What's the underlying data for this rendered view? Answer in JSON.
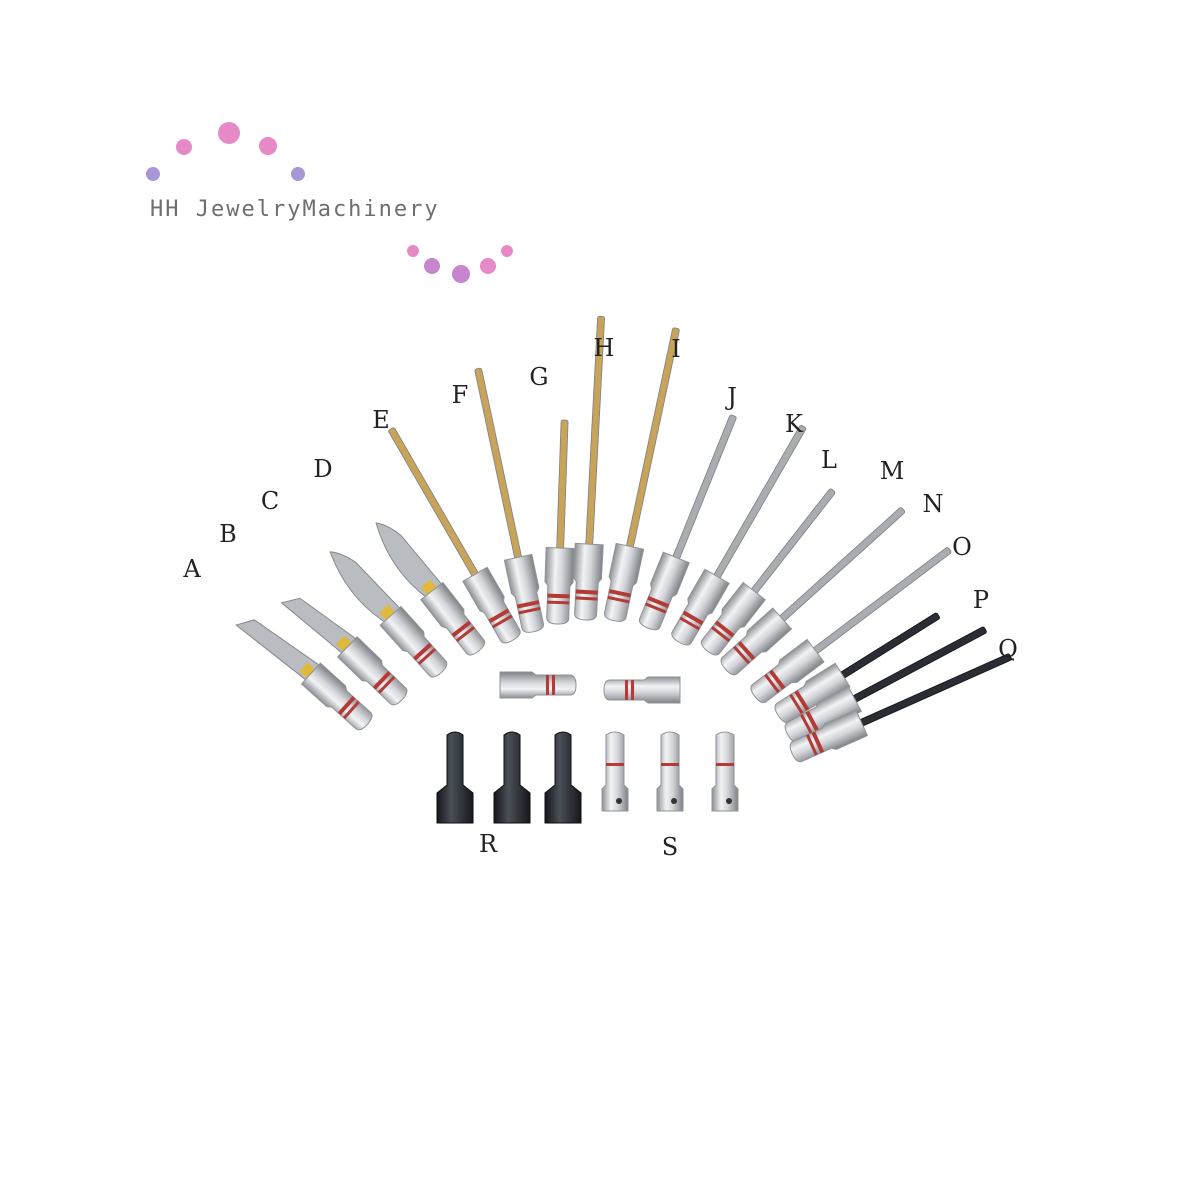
{
  "brand": {
    "name": "HH JewelryMachinery",
    "dot_colors": {
      "pink": "#e58ac6",
      "violet": "#a896d6",
      "mixed": "#c785cf"
    }
  },
  "tools": {
    "labels": [
      "A",
      "B",
      "C",
      "D",
      "E",
      "F",
      "G",
      "H",
      "I",
      "J",
      "K",
      "L",
      "M",
      "N",
      "O",
      "P",
      "Q"
    ],
    "blade_types": [
      "blade",
      "blade",
      "curved-blade",
      "curved-blade",
      "gold-pin",
      "gold-pin",
      "gold-pin",
      "gold-pin",
      "gold-pin",
      "steel-pin",
      "steel-pin",
      "steel-pin",
      "steel-pin",
      "steel-pin",
      "black-rod",
      "black-rod",
      "black-rod"
    ]
  },
  "holders": {
    "label_black": "R",
    "label_steel": "S"
  },
  "colors": {
    "steel": "#c9cbcf",
    "steel_dark": "#8f9297",
    "gold": "#c8a35a",
    "yellow": "#e0b83a",
    "black": "#2a2d33",
    "red_ring": "#b33a35",
    "label": "#222222"
  }
}
